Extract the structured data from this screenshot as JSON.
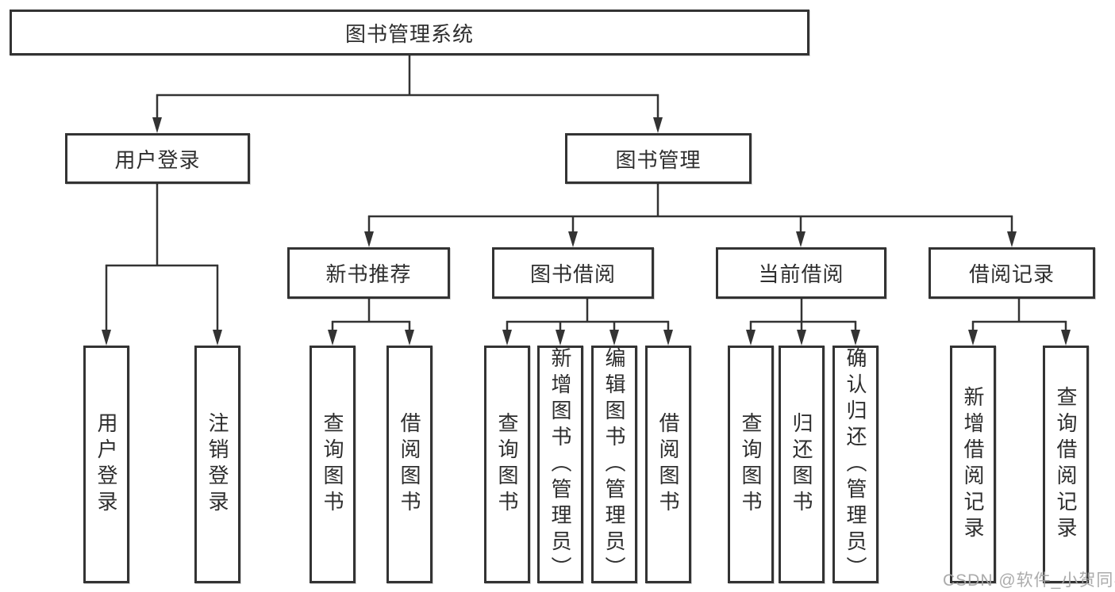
{
  "watermark": "CSDN @软件_小贺同学",
  "colors": {
    "line": "#333333",
    "box_border": "#333333",
    "box_bg": "#ffffff",
    "text": "#2e2e2e",
    "watermark": "#a4a4a4"
  },
  "tree": {
    "label": "图书管理系统",
    "children": [
      {
        "label": "用户登录",
        "children": [
          {
            "label": "用户登录"
          },
          {
            "label": "注销登录"
          }
        ]
      },
      {
        "label": "图书管理",
        "children": [
          {
            "label": "新书推荐",
            "children": [
              {
                "label": "查询图书"
              },
              {
                "label": "借阅图书"
              }
            ]
          },
          {
            "label": "图书借阅",
            "children": [
              {
                "label": "查询图书"
              },
              {
                "label": "新增图书（管理员）"
              },
              {
                "label": "编辑图书（管理员）"
              },
              {
                "label": "借阅图书"
              }
            ]
          },
          {
            "label": "当前借阅",
            "children": [
              {
                "label": "查询图书"
              },
              {
                "label": "归还图书"
              },
              {
                "label": "确认归还（管理员）"
              }
            ]
          },
          {
            "label": "借阅记录",
            "children": [
              {
                "label": "新增借阅记录"
              },
              {
                "label": "查询借阅记录"
              }
            ]
          }
        ]
      }
    ]
  }
}
